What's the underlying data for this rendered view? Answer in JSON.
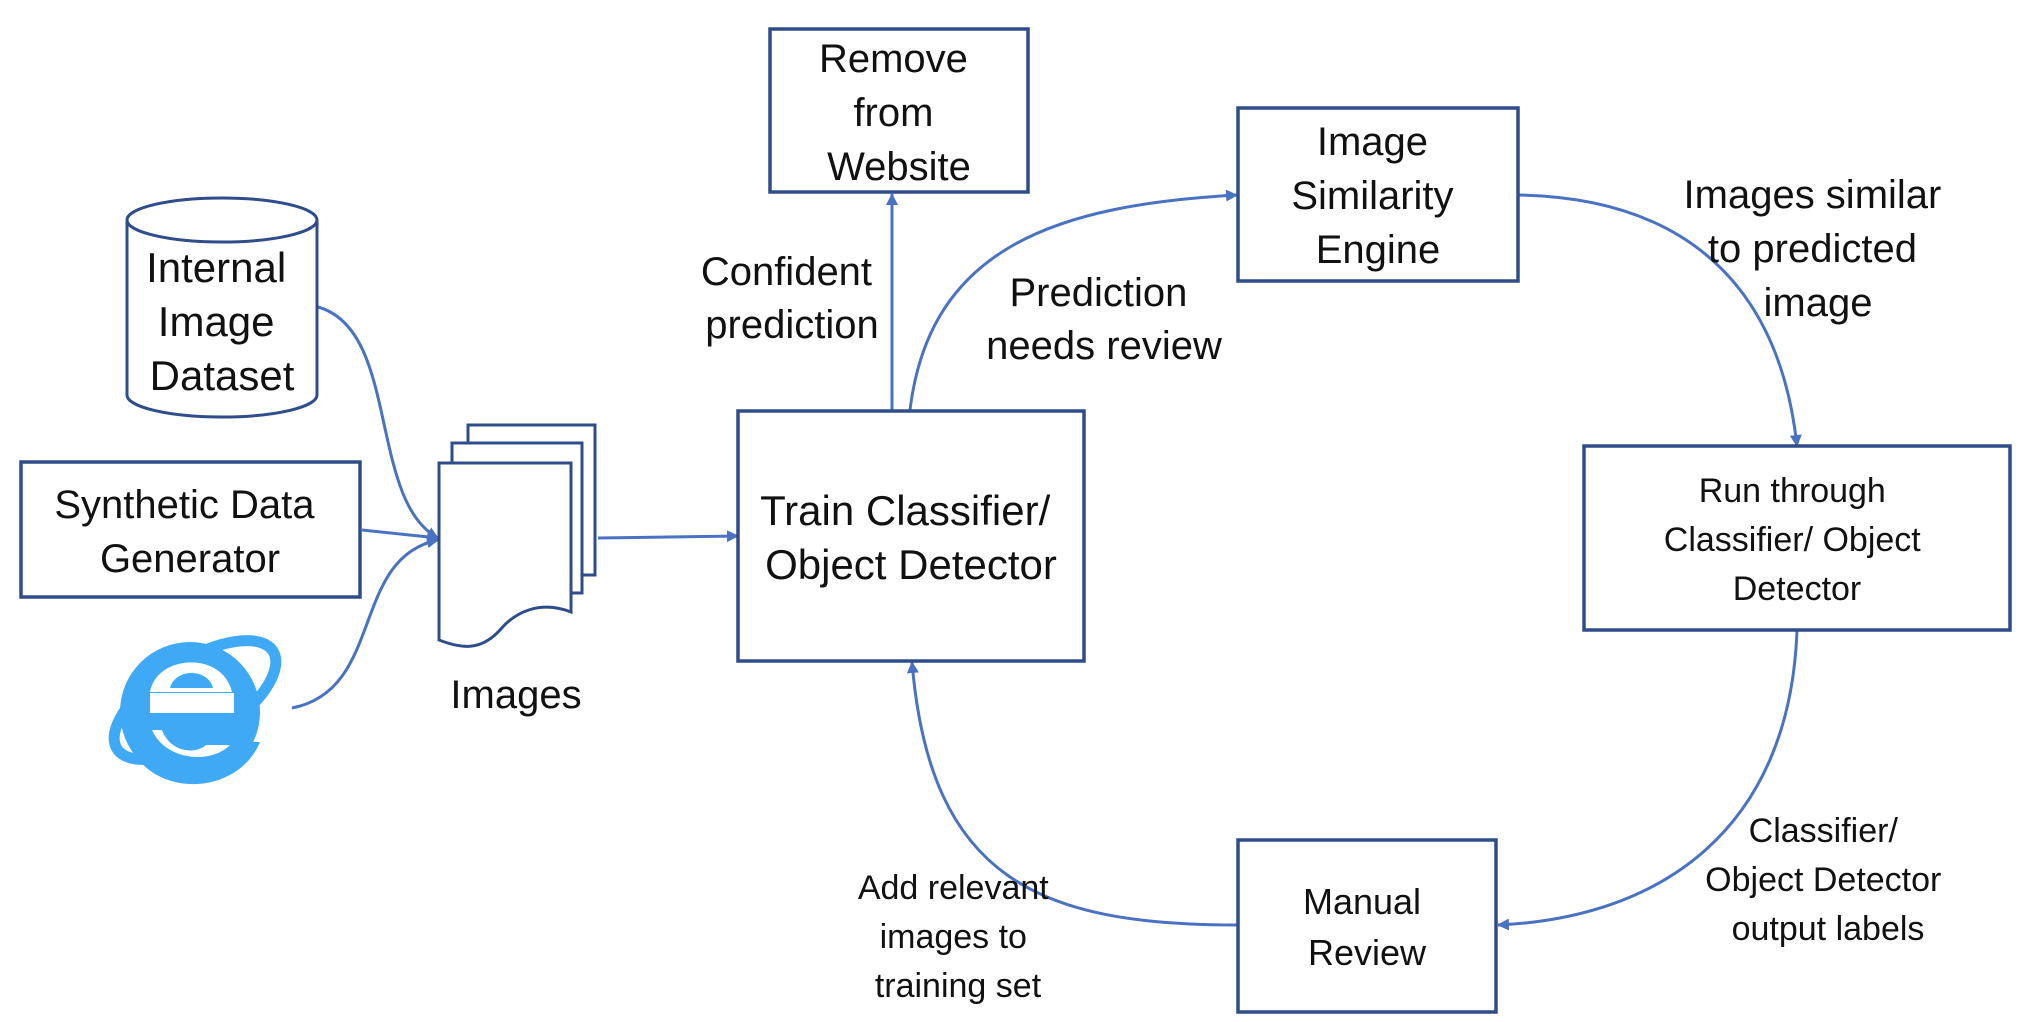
{
  "nodes": {
    "internal_dataset": {
      "lines": [
        "Internal",
        "Image",
        "Dataset"
      ]
    },
    "synthetic_generator": {
      "lines": [
        "Synthetic Data",
        "Generator"
      ]
    },
    "images": {
      "label": "Images"
    },
    "train": {
      "lines": [
        "Train Classifier/",
        "Object Detector"
      ]
    },
    "remove": {
      "lines": [
        "Remove",
        "from",
        "Website"
      ]
    },
    "similarity": {
      "lines": [
        "Image",
        "Similarity",
        "Engine"
      ]
    },
    "run_through": {
      "lines": [
        "Run through",
        "Classifier/ Object",
        "Detector"
      ]
    },
    "manual_review": {
      "lines": [
        "Manual",
        "Review"
      ]
    }
  },
  "edge_labels": {
    "confident": {
      "lines": [
        "Confident",
        "prediction"
      ]
    },
    "needs_review": {
      "lines": [
        "Prediction",
        "needs review"
      ]
    },
    "similar": {
      "lines": [
        "Images similar",
        "to predicted",
        "image"
      ]
    },
    "output_labels": {
      "lines": [
        "Classifier/",
        "Object Detector",
        "output labels"
      ]
    },
    "add_relevant": {
      "lines": [
        "Add relevant",
        "images to",
        "training set"
      ]
    }
  },
  "icons": {
    "browser": "internet-explorer-logo-icon"
  },
  "colors": {
    "box_stroke": "#2f4d8a",
    "edge": "#4a72c2",
    "browser_logo": "#3fa9f5"
  }
}
